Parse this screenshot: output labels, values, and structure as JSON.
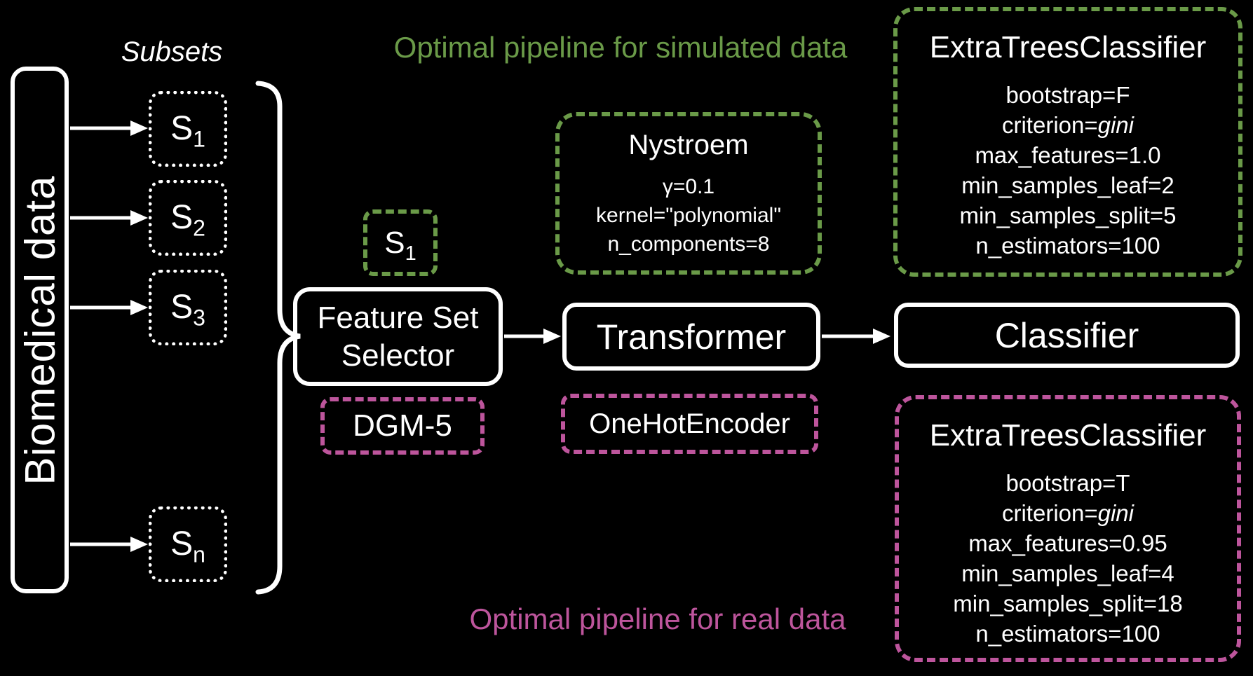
{
  "colors": {
    "background": "#000000",
    "white": "#ffffff",
    "green": "#6a9a48",
    "pink": "#bd559c"
  },
  "source": {
    "label": "Biomedical data"
  },
  "subsets": {
    "heading": "Subsets",
    "items": [
      {
        "base": "S",
        "sub": "1"
      },
      {
        "base": "S",
        "sub": "2"
      },
      {
        "base": "S",
        "sub": "3"
      },
      {
        "base": "S",
        "sub": "n"
      }
    ]
  },
  "pipeline": {
    "feature_set_selector": {
      "line1": "Feature Set",
      "line2": "Selector"
    },
    "transformer_label": "Transformer",
    "classifier_label": "Classifier"
  },
  "simulated_pipeline": {
    "heading": "Optimal pipeline for simulated data",
    "selected_subset": {
      "base": "S",
      "sub": "1"
    },
    "transformer": {
      "name": "Nystroem",
      "params": [
        "γ=0.1",
        "kernel=\"polynomial\"",
        "n_components=8"
      ]
    },
    "classifier": {
      "name": "ExtraTreesClassifier",
      "params": [
        "bootstrap=F",
        "max_features=1.0",
        "min_samples_leaf=2",
        "min_samples_split=5",
        "n_estimators=100"
      ],
      "criterion_label": "criterion=",
      "criterion_value": "gini"
    }
  },
  "real_pipeline": {
    "heading": "Optimal pipeline for real data",
    "selected_feature_set": "DGM-5",
    "transformer": {
      "name": "OneHotEncoder"
    },
    "classifier": {
      "name": "ExtraTreesClassifier",
      "params": [
        "bootstrap=T",
        "max_features=0.95",
        "min_samples_leaf=4",
        "min_samples_split=18",
        "n_estimators=100"
      ],
      "criterion_label": "criterion=",
      "criterion_value": "gini"
    }
  }
}
